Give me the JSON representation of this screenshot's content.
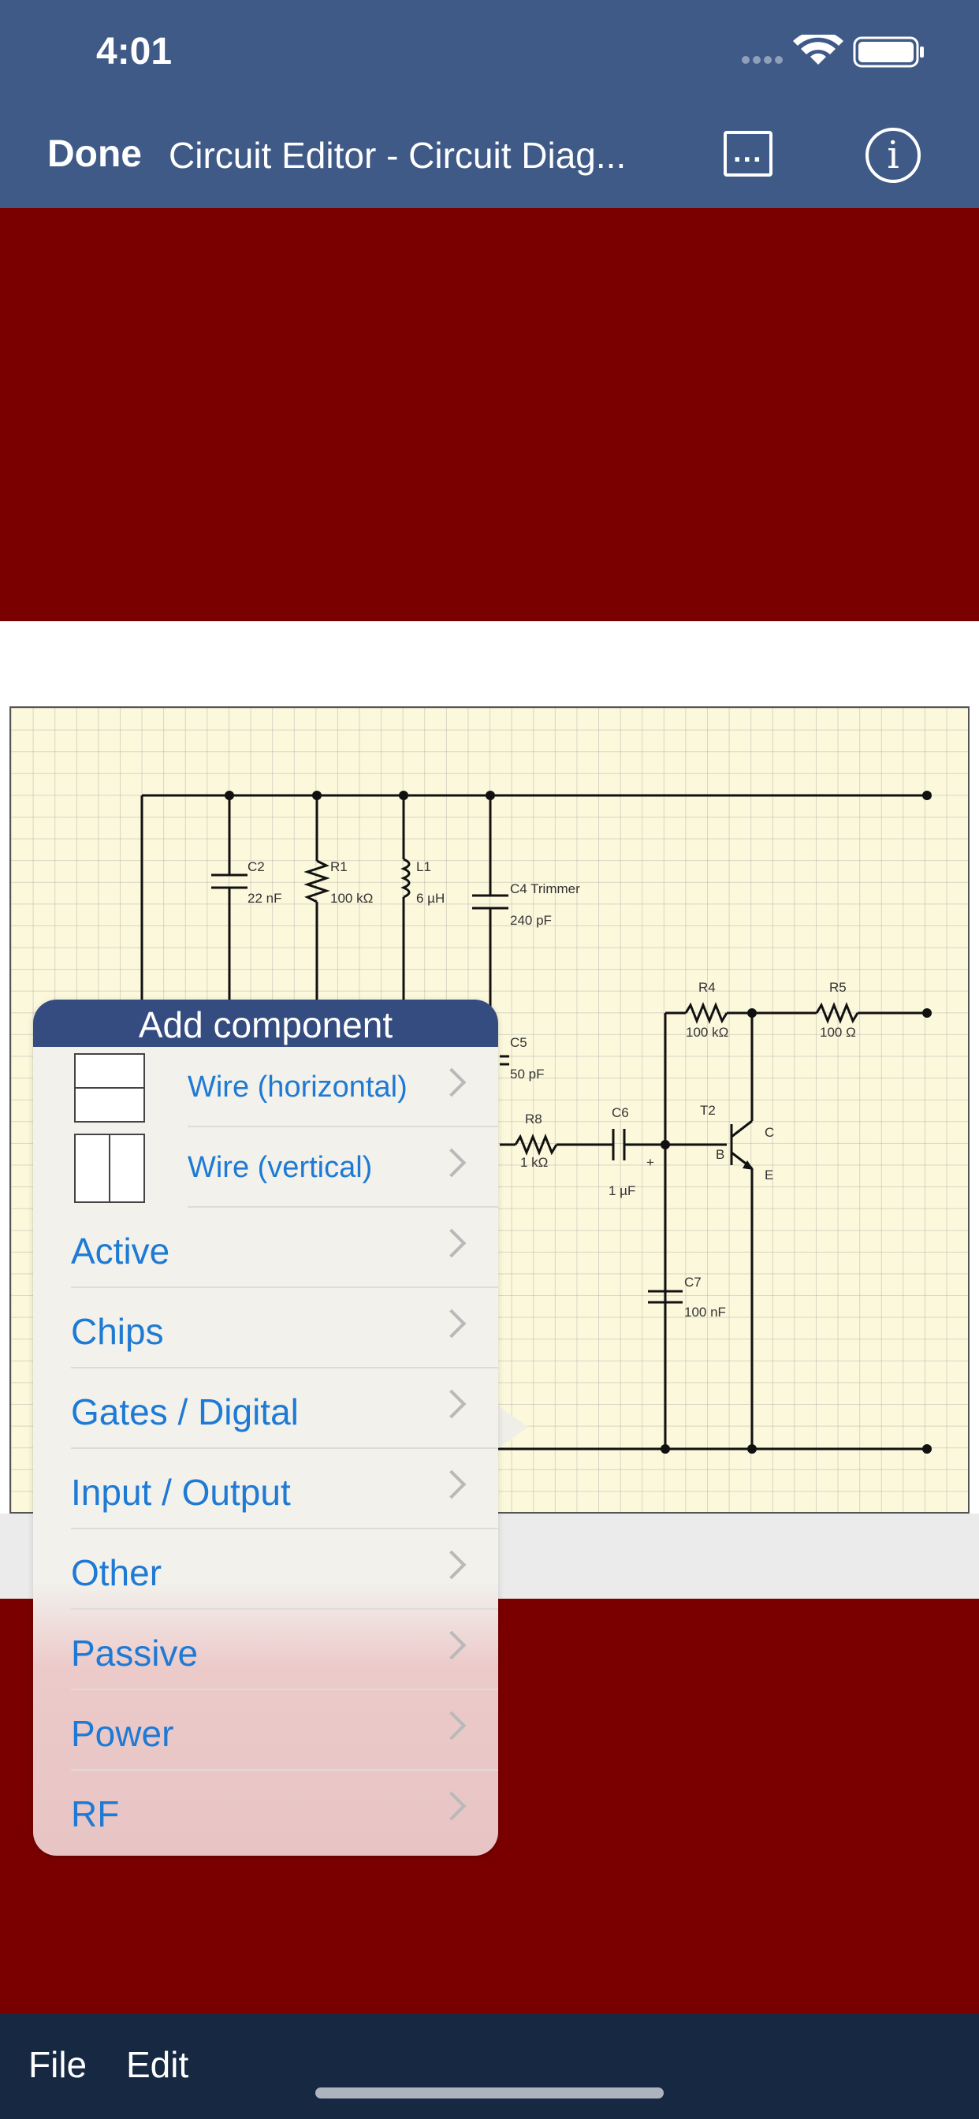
{
  "status_bar": {
    "time": "4:01"
  },
  "nav": {
    "done_label": "Done",
    "title": "Circuit Editor - Circuit Diag...",
    "more_label": "...",
    "info_label": "i"
  },
  "circuit": {
    "labels": [
      {
        "id": "c2",
        "text": "C2"
      },
      {
        "id": "c2v",
        "text": "22 nF"
      },
      {
        "id": "r1",
        "text": "R1"
      },
      {
        "id": "r1v",
        "text": "100 kΩ"
      },
      {
        "id": "l1",
        "text": "L1"
      },
      {
        "id": "l1v",
        "text": "6 µH"
      },
      {
        "id": "c4",
        "text": "C4 Trimmer"
      },
      {
        "id": "c4v",
        "text": "240 pF"
      },
      {
        "id": "r4",
        "text": "R4"
      },
      {
        "id": "r4v",
        "text": "100 kΩ"
      },
      {
        "id": "r5",
        "text": "R5"
      },
      {
        "id": "r5v",
        "text": "100 Ω"
      },
      {
        "id": "c5",
        "text": "C5"
      },
      {
        "id": "c5v",
        "text": "50 pF"
      },
      {
        "id": "r8",
        "text": "R8"
      },
      {
        "id": "r8v",
        "text": "1 kΩ"
      },
      {
        "id": "c6",
        "text": "C6"
      },
      {
        "id": "c6v",
        "text": "1 µF"
      },
      {
        "id": "t2",
        "text": "T2"
      },
      {
        "id": "tb",
        "text": "B"
      },
      {
        "id": "tc",
        "text": "C"
      },
      {
        "id": "te",
        "text": "E"
      },
      {
        "id": "c7",
        "text": "C7"
      },
      {
        "id": "c7v",
        "text": "100 nF"
      },
      {
        "id": "plus",
        "text": "+"
      }
    ]
  },
  "popover": {
    "title": "Add component",
    "wire_items": [
      {
        "label": "Wire (horizontal)",
        "icon": "wire-horizontal-icon"
      },
      {
        "label": "Wire (vertical)",
        "icon": "wire-vertical-icon"
      }
    ],
    "items": [
      "Active",
      "Chips",
      "Gates / Digital",
      "Input / Output",
      "Other",
      "Passive",
      "Power",
      "RF"
    ]
  },
  "toolbar": {
    "file_label": "File",
    "edit_label": "Edit"
  },
  "colors": {
    "nav": "#3f5a87",
    "accent": "#1e7ad4",
    "background_red": "#7a0000",
    "toolbar": "#172842"
  }
}
